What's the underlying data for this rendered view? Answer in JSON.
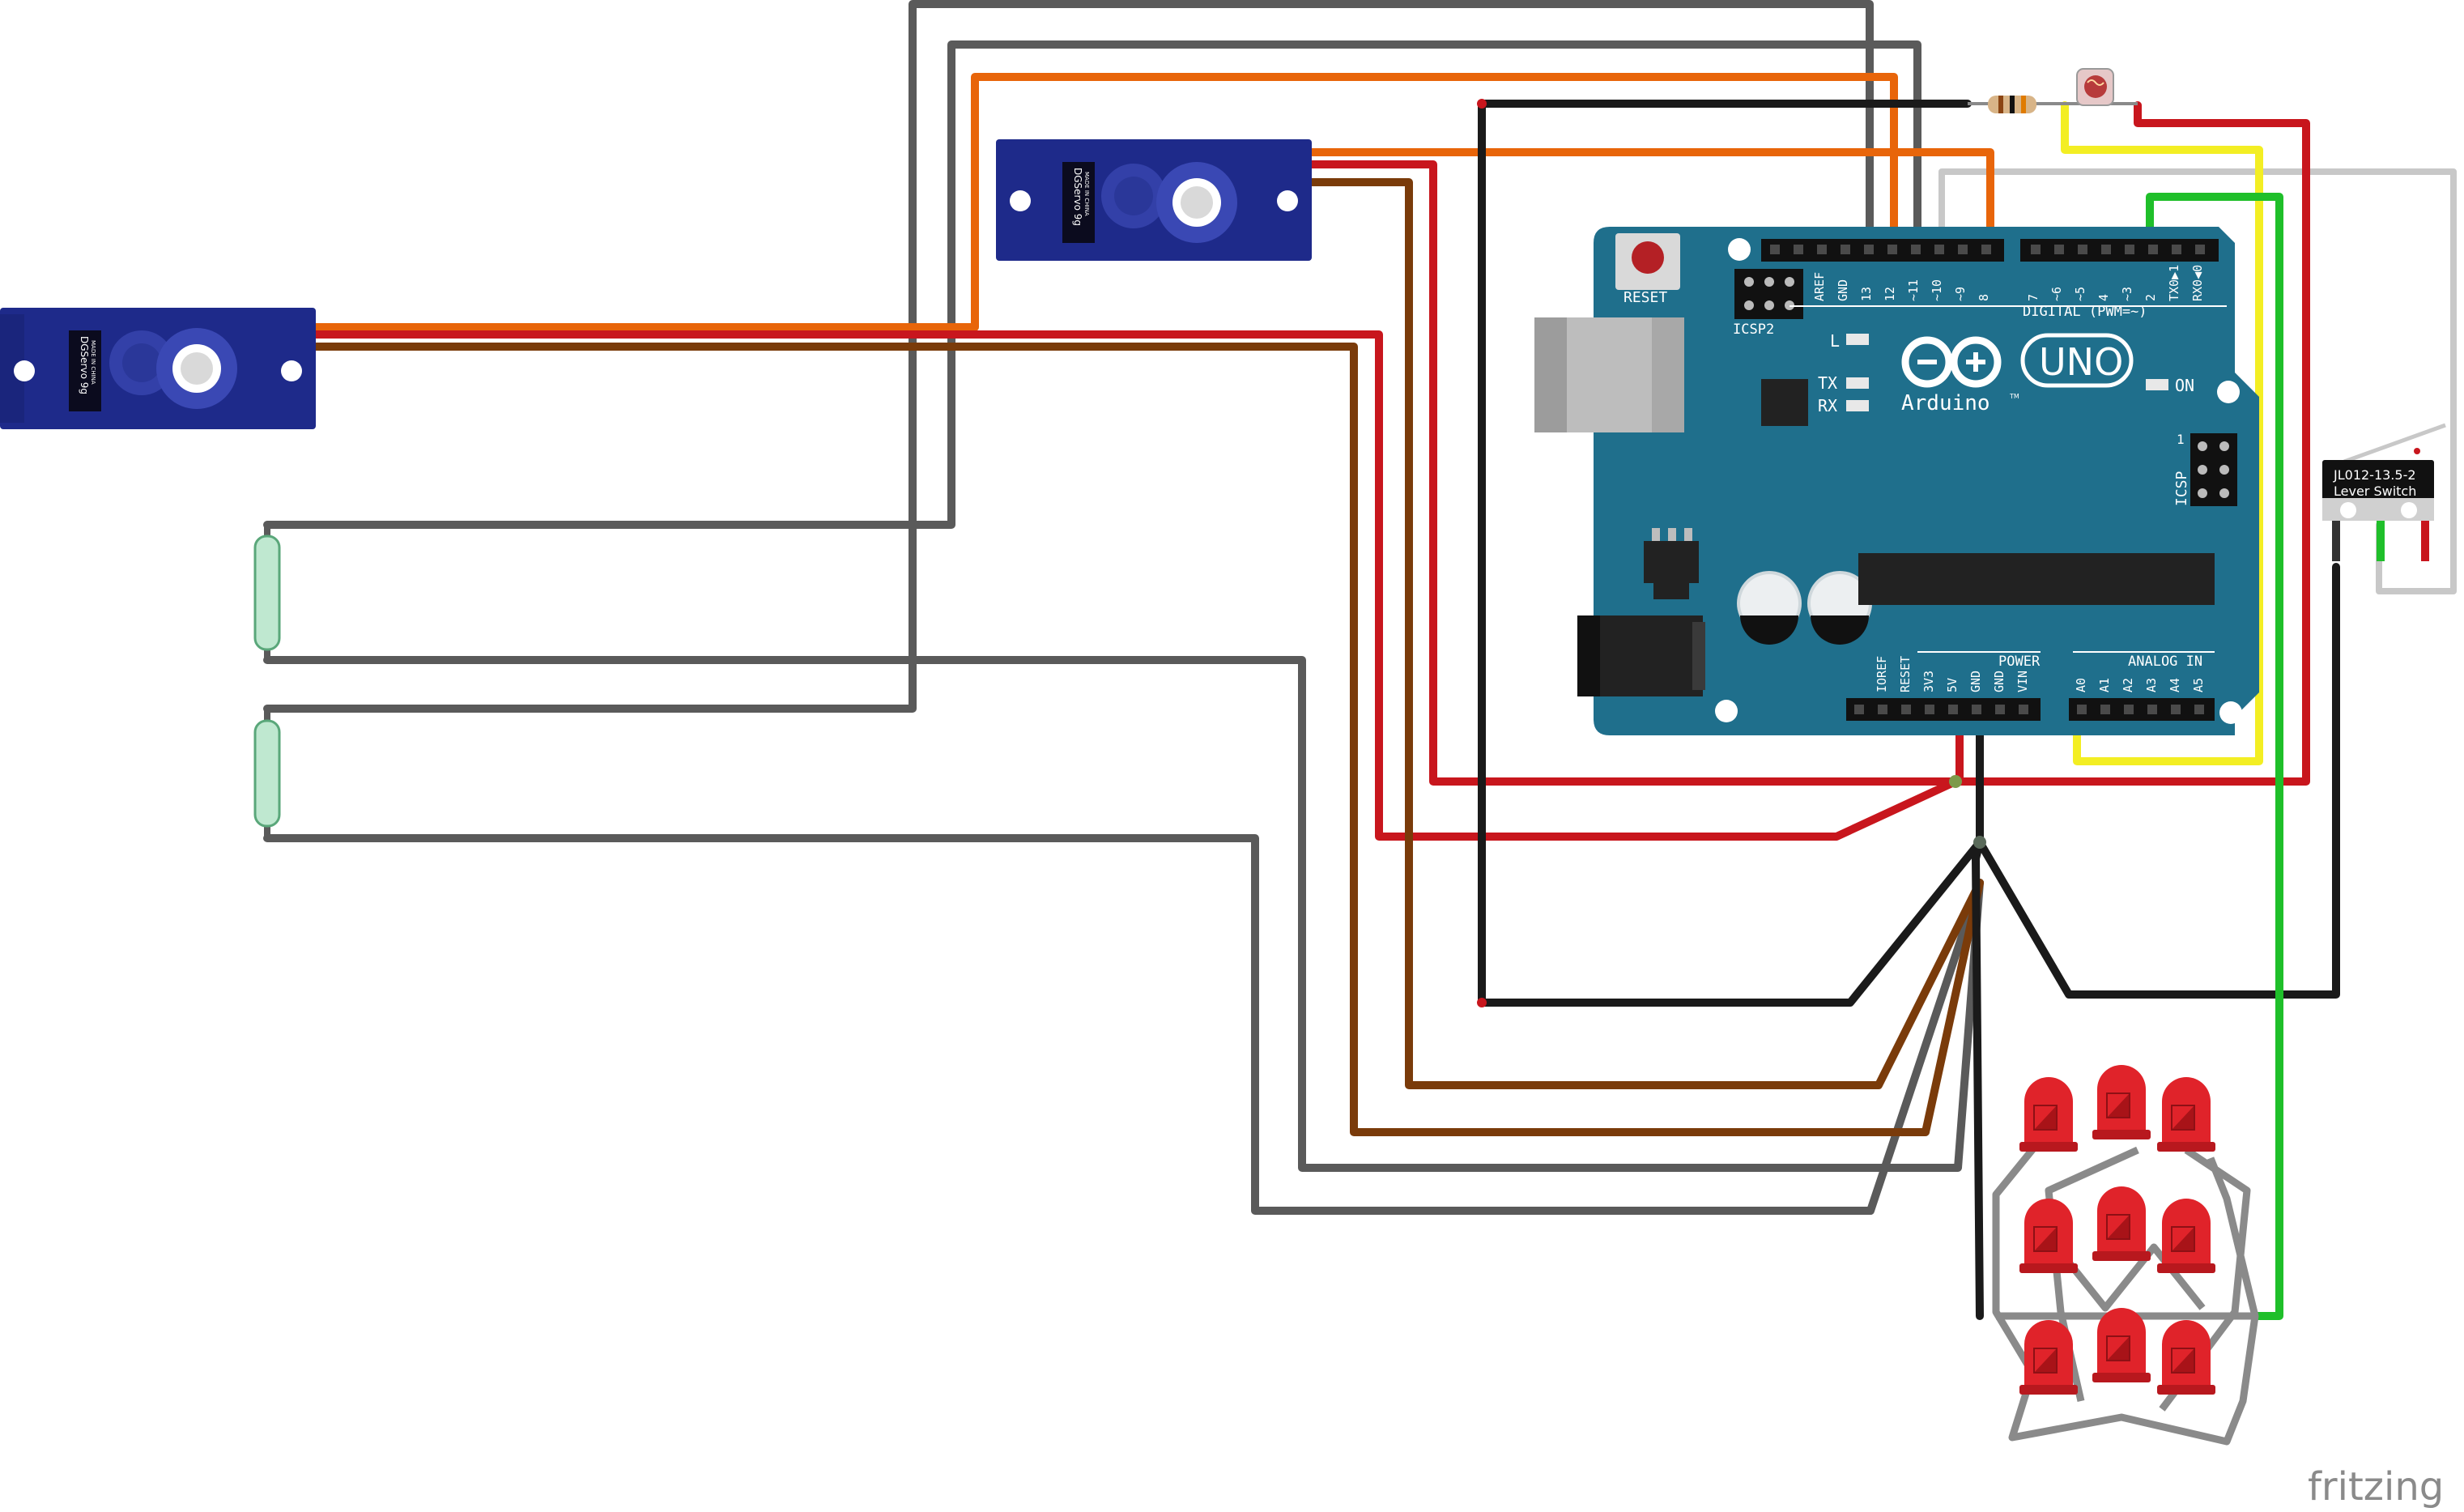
{
  "watermark": "fritzing",
  "colors": {
    "board": "#1f6f8c",
    "servo": "#1e2a8a",
    "wire_red": "#c8161d",
    "wire_black": "#1a1a1a",
    "wire_orange": "#e8650a",
    "wire_brown": "#7a3b0a",
    "wire_gray": "#5a5a5a",
    "wire_yellow": "#f3ee23",
    "wire_green": "#1fbf2a",
    "wire_white": "#cfcfcf",
    "led_red": "#e0232a"
  },
  "servos": [
    {
      "brand": "DGServo 9g",
      "note": "MADE IN CHINA"
    },
    {
      "brand": "DGServo 9g",
      "note": "MADE IN CHINA"
    }
  ],
  "arduino": {
    "reset": "RESET",
    "icsp2": "ICSP2",
    "icsp": "ICSP",
    "icsp_pin1": "1",
    "led_l": "L",
    "led_tx": "TX",
    "led_rx": "RX",
    "led_on": "ON",
    "logo": "Arduino",
    "tm": "TM",
    "model": "UNO",
    "digital_title": "DIGITAL (PWM=~)",
    "digital_pins": [
      "AREF",
      "GND",
      "13",
      "12",
      "~11",
      "~10",
      "~9",
      "8",
      "7",
      "~6",
      "~5",
      "4",
      "~3",
      "2",
      "TX0▶1",
      "RX0◀0"
    ],
    "power_title": "POWER",
    "power_pins": [
      "IOREF",
      "RESET",
      "3V3",
      "5V",
      "GND",
      "GND",
      "VIN"
    ],
    "analog_title": "ANALOG IN",
    "analog_pins": [
      "A0",
      "A1",
      "A2",
      "A3",
      "A4",
      "A5"
    ]
  },
  "lever_switch": {
    "part": "JL012-13.5-2",
    "name": "Lever Switch"
  }
}
